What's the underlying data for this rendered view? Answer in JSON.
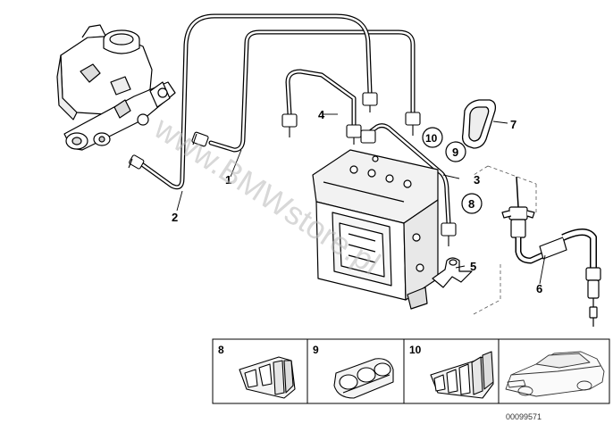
{
  "diagram": {
    "callouts": {
      "c1": "1",
      "c2": "2",
      "c3": "3",
      "c4": "4",
      "c5": "5",
      "c6": "6",
      "c7": "7",
      "c8": "8",
      "c9": "9",
      "c10": "10"
    },
    "panels": [
      {
        "label": "8"
      },
      {
        "label": "9"
      },
      {
        "label": "10"
      }
    ],
    "watermark": "www.BMWstore.pl",
    "image_code": "00099571"
  }
}
